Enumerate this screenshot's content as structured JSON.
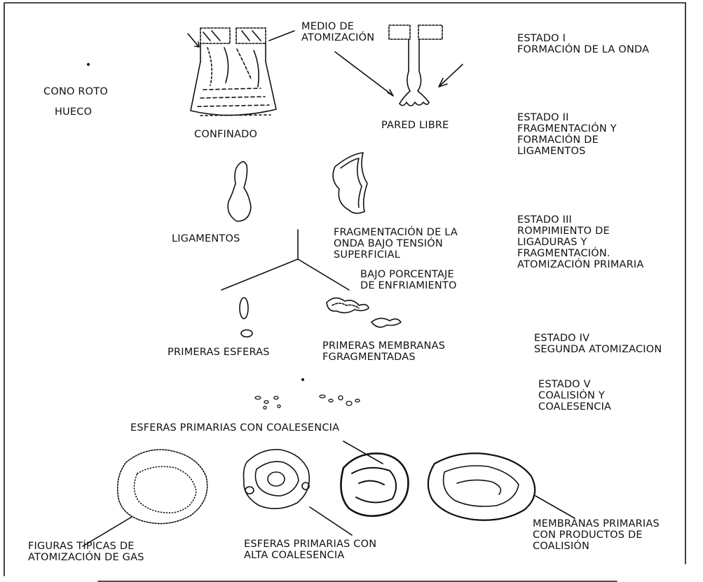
{
  "labels": {
    "medio": "MEDIO DE\nATOMIZACIÓN",
    "estado1": "ESTADO I\nFORMACIÓN DE LA ONDA",
    "cono": "CONO ROTO",
    "hueco": "HUECO",
    "confinado": "CONFINADO",
    "pared": "PARED LIBRE",
    "estado2": "ESTADO II\nFRAGMENTACIÓN Y\nFORMACIÓN DE\nLIGAMENTOS",
    "ligamentos": "LIGAMENTOS",
    "fragmentacion": "FRAGMENTACIÓN DE LA\nONDA BAJO TENSIÓN\nSUPERFICIAL",
    "estado3": "ESTADO III\nROMPIMIENTO DE\nLIGADURAS Y\nFRAGMENTACIÓN.\nATOMIZACIÓN PRIMARIA",
    "bajo": "BAJO PORCENTAJE\nDE ENFRIAMIENTO",
    "primeras_esferas": "PRIMERAS ESFERAS",
    "primeras_membranas": "PRIMERAS MEMBRANAS\nFGRAGMENTADAS",
    "estado4": "ESTADO IV\nSEGUNDA ATOMIZACION",
    "estado5": "ESTADO V\nCOALISIÓN Y\nCOALESENCIA",
    "esferas_coalescencia": "ESFERAS PRIMARIAS CON COALESENCIA",
    "figuras_tipicas": "FIGURAS TÍPICAS DE\nATOMIZACIÓN DE GAS",
    "alta_coalescencia": "ESFERAS PRIMARIAS CON\nALTA COALESENCIA",
    "membranas_primarias": "MEMBRANAS PRIMARIAS\nCON PRODUCTOS DE\nCOALISIÓN"
  },
  "colors": {
    "ink": "#111111",
    "paper": "#ffffff"
  }
}
